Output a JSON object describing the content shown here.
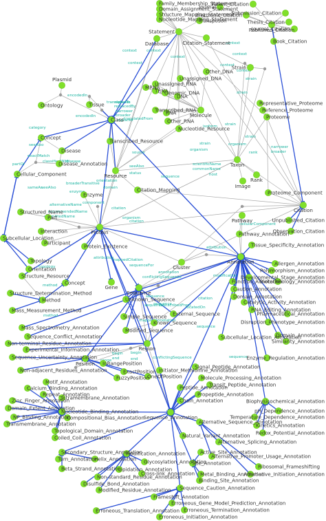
{
  "colors": {
    "node_fill": "#80e02a",
    "node_stroke": "#6cc81c",
    "small_node_fill": "#9a9a9a",
    "edge_gray": "#aaaaaa",
    "edge_blue": "#2a4fd6",
    "node_label": "#333333",
    "edge_label": "#19b3a0"
  },
  "nodes": [
    {
      "id": "family_membership_statement",
      "label": "Family_Membership_Statement",
      "kind": "big"
    },
    {
      "id": "domain_assignment_statement",
      "label": "Domain_Assignment_Statement",
      "kind": "big"
    },
    {
      "id": "structure_mapping_statement",
      "label": "Structure_Mapping_Statement",
      "kind": "big"
    },
    {
      "id": "nucleotide_mapping_statement",
      "label": "Nucleotide_Mapping_Statement",
      "kind": "big"
    },
    {
      "id": "transposon",
      "label": "Transposon",
      "kind": "big"
    },
    {
      "id": "statements",
      "label": "Statement",
      "kind": "big"
    },
    {
      "id": "database",
      "label": "Database",
      "kind": "big"
    },
    {
      "id": "citation_statement",
      "label": "Citation_Statement",
      "kind": "big"
    },
    {
      "id": "journal",
      "label": "Journal",
      "kind": "big"
    },
    {
      "id": "patent_citation",
      "label": "Patent_Citation",
      "kind": "big"
    },
    {
      "id": "electronic_citation",
      "label": "Electronic_Citation",
      "kind": "big"
    },
    {
      "id": "submission_citation",
      "label": "Submission_Citation",
      "kind": "big"
    },
    {
      "id": "thesis_citation",
      "label": "Thesis_Citation",
      "kind": "big"
    },
    {
      "id": "journal_citation",
      "label": "Journal_Citation",
      "kind": "big"
    },
    {
      "id": "published_citation",
      "label": "Published_Citation",
      "kind": "big"
    },
    {
      "id": "book_citation",
      "label": "Book_Citation",
      "kind": "big"
    },
    {
      "id": "plasmid",
      "label": "Plasmid",
      "kind": "big"
    },
    {
      "id": "other_dna",
      "label": "Other_DNA",
      "kind": "big"
    },
    {
      "id": "unassigned_dna",
      "label": "Unassigned_DNA",
      "kind": "big"
    },
    {
      "id": "unassigned_rna",
      "label": "Unassigned_RNA",
      "kind": "big"
    },
    {
      "id": "genomic_dna",
      "label": "Genomic_DNA",
      "kind": "big"
    },
    {
      "id": "mrna",
      "label": "MRNA",
      "kind": "big"
    },
    {
      "id": "trna",
      "label": "TRNA",
      "kind": "big"
    },
    {
      "id": "dna",
      "label": "DNA",
      "kind": "big"
    },
    {
      "id": "strain",
      "label": "Strain",
      "kind": "big"
    },
    {
      "id": "ontology",
      "label": "Ontology",
      "kind": "big"
    },
    {
      "id": "tissue",
      "label": "Tissue",
      "kind": "big"
    },
    {
      "id": "transcribed_rna",
      "label": "Transcribed_RNA",
      "kind": "big"
    },
    {
      "id": "rna",
      "label": "RNA",
      "kind": "big"
    },
    {
      "id": "molecule",
      "label": "Molecule",
      "kind": "big"
    },
    {
      "id": "other_rna",
      "label": "Other_RNA",
      "kind": "big"
    },
    {
      "id": "representative_proteome",
      "label": "Representative_Proteome",
      "kind": "big"
    },
    {
      "id": "reference_proteome",
      "label": "Reference_Proteome",
      "kind": "big"
    },
    {
      "id": "proteome",
      "label": "Proteome",
      "kind": "big"
    },
    {
      "id": "class",
      "label": "Class",
      "kind": "big"
    },
    {
      "id": "concept",
      "label": "Concept",
      "kind": "big"
    },
    {
      "id": "nucleotide_resource",
      "label": "Nucleotide_Resource",
      "kind": "big"
    },
    {
      "id": "transcribed_resource",
      "label": "Transcribed_Resource",
      "kind": "big"
    },
    {
      "id": "disease",
      "label": "Disease",
      "kind": "big"
    },
    {
      "id": "disease_annotation",
      "label": "Disease_Annotation",
      "kind": "big"
    },
    {
      "id": "resource",
      "label": "Resource",
      "kind": "big"
    },
    {
      "id": "taxon",
      "label": "Taxon",
      "kind": "big"
    },
    {
      "id": "cellular_component",
      "label": "Cellular_Component",
      "kind": "big"
    },
    {
      "id": "image",
      "label": "Image",
      "kind": "big"
    },
    {
      "id": "rank",
      "label": "Rank",
      "kind": "big"
    },
    {
      "id": "citation_mapping",
      "label": "Citation_Mapping",
      "kind": "big"
    },
    {
      "id": "proteome_component",
      "label": "Proteome_Component",
      "kind": "big"
    },
    {
      "id": "citation",
      "label": "Citation",
      "kind": "big"
    },
    {
      "id": "enzyme",
      "label": "Enzyme",
      "kind": "big"
    },
    {
      "id": "structured_name",
      "label": "Structured_Name",
      "kind": "big"
    },
    {
      "id": "part",
      "label": "Part",
      "kind": "big"
    },
    {
      "id": "pathway",
      "label": "Pathway",
      "kind": "big"
    },
    {
      "id": "unpublished_citation",
      "label": "Unpublished_Citation",
      "kind": "big"
    },
    {
      "id": "protein",
      "label": "Protein",
      "kind": "big"
    },
    {
      "id": "pathway_annotation",
      "label": "Pathway_Annotation",
      "kind": "big"
    },
    {
      "id": "observation_citation",
      "label": "Observation_Citation",
      "kind": "big"
    },
    {
      "id": "interaction",
      "label": "Interaction",
      "kind": "big"
    },
    {
      "id": "subcellular_location",
      "label": "Subcellular_Location",
      "kind": "big"
    },
    {
      "id": "participant",
      "label": "Participant",
      "kind": "big"
    },
    {
      "id": "protein_existence",
      "label": "Protein_Existence",
      "kind": "big"
    },
    {
      "id": "tissue_specificity_annotation",
      "label": "Tissue_Specificity_Annotation",
      "kind": "big"
    },
    {
      "id": "annotation",
      "label": "Annotation",
      "kind": "big"
    },
    {
      "id": "topology",
      "label": "Topology",
      "kind": "big"
    },
    {
      "id": "cluster",
      "label": "Cluster",
      "kind": "big"
    },
    {
      "id": "allergen_annotation",
      "label": "Allergen_Annotation",
      "kind": "big"
    },
    {
      "id": "orientation",
      "label": "Orientation",
      "kind": "big"
    },
    {
      "id": "polymorphism_annotation",
      "label": "Polymorphism_Annotation",
      "kind": "big"
    },
    {
      "id": "structure_resource",
      "label": "Structure_Resource",
      "kind": "big"
    },
    {
      "id": "developmental_stage_annotation",
      "label": "Developmental_Stage_Annotation",
      "kind": "big"
    },
    {
      "id": "biotechnology_annotation",
      "label": "Biotechnology_Annotation",
      "kind": "big"
    },
    {
      "id": "concept2",
      "label": "Concept",
      "kind": "big"
    },
    {
      "id": "function_annotation",
      "label": "Function_Annotation",
      "kind": "big"
    },
    {
      "id": "gene",
      "label": "Gene",
      "kind": "big"
    },
    {
      "id": "sequence",
      "label": "Sequence",
      "kind": "big"
    },
    {
      "id": "caution_annotation",
      "label": "Caution_Annotation",
      "kind": "big"
    },
    {
      "id": "domain_annotation",
      "label": "Domain_Annotation",
      "kind": "big"
    },
    {
      "id": "catalytic_activity_annotation",
      "label": "Catalytic_Activity_Annotation",
      "kind": "big"
    },
    {
      "id": "structure_determination_method",
      "label": "Structure_Determination_Method",
      "kind": "big"
    },
    {
      "id": "method",
      "label": "Method",
      "kind": "big"
    },
    {
      "id": "unknown_sequence",
      "label": "Unknown_Sequence",
      "kind": "big"
    },
    {
      "id": "mass_measurement_method",
      "label": "Mass_Measurement_Method",
      "kind": "big"
    },
    {
      "id": "rna_editing_annotation",
      "label": "RNA_Editing_Annotation",
      "kind": "big"
    },
    {
      "id": "pharmaceutical_annotation",
      "label": "Pharmaceutical_Annotation",
      "kind": "big"
    },
    {
      "id": "simple_sequence",
      "label": "Simple_Sequence",
      "kind": "big"
    },
    {
      "id": "external_sequence",
      "label": "External_Sequence",
      "kind": "big"
    },
    {
      "id": "known_sequence",
      "label": "Known_Sequence",
      "kind": "big"
    },
    {
      "id": "mass_spectrometry_annotation",
      "label": "Mass_Spectrometry_Annotation",
      "kind": "big"
    },
    {
      "id": "disruption_phenotype_annotation",
      "label": "Disruption_Phenotype_Annotation",
      "kind": "big"
    },
    {
      "id": "modified_sequence",
      "label": "Modified_Sequence",
      "kind": "big"
    },
    {
      "id": "sequence_conflict_annotation",
      "label": "Sequence_Conflict_Annotation",
      "kind": "big"
    },
    {
      "id": "subcellular_location_annotation",
      "label": "Subcellular_Location_Annotation",
      "kind": "big"
    },
    {
      "id": "domain_annotation2",
      "label": "Domain_Annotation",
      "kind": "big"
    },
    {
      "id": "similarity_annotation",
      "label": "Similarity_Annotation",
      "kind": "big"
    },
    {
      "id": "nonterminal_residue_annotation",
      "label": "Non-terminal_Residue_Annotation",
      "kind": "big"
    },
    {
      "id": "experimental_information_annotation",
      "label": "Experimental_Information_Annotation",
      "kind": "big"
    },
    {
      "id": "region",
      "label": "Region",
      "kind": "big"
    },
    {
      "id": "sequence_uncertainty_annotation",
      "label": "Sequence_Uncertainty_Annotation",
      "kind": "big"
    },
    {
      "id": "position",
      "label": "Position",
      "kind": "big"
    },
    {
      "id": "inrange_position",
      "label": "InRangePosition",
      "kind": "big"
    },
    {
      "id": "enzyme_regulation_annotation",
      "label": "Enzyme_Regulation_Annotation",
      "kind": "big"
    },
    {
      "id": "nonadjacent_residues_annotation",
      "label": "Non-adjacent_Residues_Annotation",
      "kind": "big"
    },
    {
      "id": "signal_peptide_annotation",
      "label": "Signal_Peptide_Annotation",
      "kind": "big"
    },
    {
      "id": "initiator_methionine_annotation",
      "label": "Initiator_Methionine_Annotation",
      "kind": "big"
    },
    {
      "id": "exact_position",
      "label": "ExactPosition",
      "kind": "big"
    },
    {
      "id": "fuzzy_position",
      "label": "FuzzyPosition",
      "kind": "big"
    },
    {
      "id": "oneof_position",
      "label": "OneOfPosition",
      "kind": "big"
    },
    {
      "id": "molecule_processing_annotation",
      "label": "Molecule_Processing_Annotation",
      "kind": "big"
    },
    {
      "id": "transit_peptide_annotation",
      "label": "Transit_Peptide_Annotation",
      "kind": "big"
    },
    {
      "id": "peptide_annotation",
      "label": "Peptide_Annotation",
      "kind": "big"
    },
    {
      "id": "motif_annotation",
      "label": "Motif_Annotation",
      "kind": "big"
    },
    {
      "id": "propeptide_annotation",
      "label": "Propeptide_Annotation",
      "kind": "big"
    },
    {
      "id": "calcium_binding_annotation",
      "label": "Calcium_Binding_Annotation",
      "kind": "big"
    },
    {
      "id": "chain_annotation",
      "label": "Chain_Annotation",
      "kind": "big"
    },
    {
      "id": "repeat_annotation",
      "label": "Repeat_Annotation",
      "kind": "big"
    },
    {
      "id": "zinc_finger_annotation",
      "label": "Zinc_Finger_Annotation",
      "kind": "big"
    },
    {
      "id": "intramembrane_annotation",
      "label": "Intramembrane_Annotation",
      "kind": "big"
    },
    {
      "id": "domain_extent_annotation",
      "label": "Domain_Extent_Annotation",
      "kind": "big"
    },
    {
      "id": "nucleotide_binding_annotation",
      "label": "Nucleotide_Binding_Annotation",
      "kind": "big"
    },
    {
      "id": "np_binding_annotation",
      "label": "NP_Binding_Annotation",
      "kind": "big"
    },
    {
      "id": "compositional_bias_annotation",
      "label": "Compositional_Bias_Annotation",
      "kind": "big"
    },
    {
      "id": "transmembrane_annotation",
      "label": "Transmembrane_Annotation",
      "kind": "big"
    },
    {
      "id": "topological_domain_annotation",
      "label": "Topological_Domain_Annotation",
      "kind": "big"
    },
    {
      "id": "coiled_coil_annotation",
      "label": "Coiled_Coil_Annotation",
      "kind": "big"
    },
    {
      "id": "sequence_annotation",
      "label": "Sequence_Annotation",
      "kind": "big"
    },
    {
      "id": "biophysicochemical_annotation",
      "label": "Biophysicochemical_Annotation",
      "kind": "big"
    },
    {
      "id": "alternative_sequence_annotation",
      "label": "Alternative_Sequence_Annotation",
      "kind": "big"
    },
    {
      "id": "temperature_dependence_annotation",
      "label": "Temperature_Dependence_Annotation",
      "kind": "big"
    },
    {
      "id": "ph_dependence_annotation",
      "label": "pH_Dependence_Annotation",
      "kind": "big"
    },
    {
      "id": "kinetics_annotation",
      "label": "Kinetics_Annotation",
      "kind": "big"
    },
    {
      "id": "natural_variant_annotation",
      "label": "Natural_Variant_Annotation",
      "kind": "big"
    },
    {
      "id": "redox_potential_annotation",
      "label": "Redox_Potential_Annotation",
      "kind": "big"
    },
    {
      "id": "alternative_splicing_annotation",
      "label": "Alternative_Splicing_Annotation",
      "kind": "big"
    },
    {
      "id": "secondary_structure_annotation",
      "label": "Secondary_Structure_Annotation",
      "kind": "big"
    },
    {
      "id": "active_site_annotation",
      "label": "Active_Site_Annotation",
      "kind": "big"
    },
    {
      "id": "alternative_promoter_usage_annotation",
      "label": "Alternative_Promoter_Usage_Annotation",
      "kind": "big"
    },
    {
      "id": "turn_annotation",
      "label": "Turn_Annotation",
      "kind": "big"
    },
    {
      "id": "helix_annotation",
      "label": "Helix_Annotation",
      "kind": "big"
    },
    {
      "id": "modification_annotation",
      "label": "Modification_Annotation",
      "kind": "big"
    },
    {
      "id": "ribosomal_frameshifting",
      "label": "Ribosomal_Frameshifting",
      "kind": "big"
    },
    {
      "id": "site_annotation",
      "label": "Site_Annotation",
      "kind": "big"
    },
    {
      "id": "beta_strand_annotation",
      "label": "Beta_Strand_Annotation",
      "kind": "big"
    },
    {
      "id": "glycosylation_annotation",
      "label": "Glycosylation_Annotation",
      "kind": "big"
    },
    {
      "id": "alternative_initiation_annotation",
      "label": "Alternative_Initiation_Annotation",
      "kind": "big"
    },
    {
      "id": "lipidation_annotation",
      "label": "Lipidation_Annotation",
      "kind": "big"
    },
    {
      "id": "metal_binding_annotation",
      "label": "Metal_Binding_Annotation",
      "kind": "big"
    },
    {
      "id": "crosslink_annotation",
      "label": "Cross-link_Annotation",
      "kind": "big"
    },
    {
      "id": "nonstandard_residue_annotation",
      "label": "Non-standard_Residue_Annotation",
      "kind": "big"
    },
    {
      "id": "binding_site_annotation",
      "label": "Binding_Site_Annotation",
      "kind": "big"
    },
    {
      "id": "disulfide_bond_annotation",
      "label": "Disulfide_Bond_Annotation",
      "kind": "big"
    },
    {
      "id": "modified_residue_annotation",
      "label": "Modified_Residue_Annotation",
      "kind": "big"
    },
    {
      "id": "sequence_caution_annotation",
      "label": "Sequence_Caution_Annotation",
      "kind": "big"
    },
    {
      "id": "frameshift_annotation",
      "label": "Frameshift_Annotation",
      "kind": "big"
    },
    {
      "id": "erroneous_gene_model_prediction_annotation",
      "label": "Erroneous_Gene_Model_Prediction_Annotation",
      "kind": "big"
    },
    {
      "id": "erroneous_termination_annotation",
      "label": "Erroneous_Termination_Annotation",
      "kind": "big"
    },
    {
      "id": "erroneous_translation_annotation",
      "label": "Erroneous_Translation_Annotation",
      "kind": "big"
    },
    {
      "id": "erroneous_initiation_annotation",
      "label": "Erroneous_Initiation_Annotation",
      "kind": "big"
    }
  ],
  "small_nodes": [
    {
      "id": "s_onto"
    },
    {
      "id": "s_tissue"
    },
    {
      "id": "s_cls"
    },
    {
      "id": "s_str1"
    },
    {
      "id": "s_str2"
    },
    {
      "id": "s_prot"
    },
    {
      "id": "s_cite1"
    },
    {
      "id": "s_part"
    },
    {
      "id": "s_cite2"
    },
    {
      "id": "s_ann1"
    },
    {
      "id": "s_seq1"
    },
    {
      "id": "s_reg"
    },
    {
      "id": "s_pos"
    },
    {
      "id": "s_prot2"
    }
  ],
  "edge_labels": [
    "context",
    "context",
    "context",
    "context",
    "context",
    "context",
    "context",
    "context",
    "encodedIn",
    "encodedIn",
    "replaces",
    "replacedBy",
    "narrower",
    "broader",
    "replaces",
    "translatedFrom",
    "category",
    "seeAlso",
    "exactMatch",
    "classifiedWith",
    "disease",
    "partOf",
    "broaderTransitive",
    "orientation",
    "seeAlso",
    "source",
    "seeAlso",
    "status",
    "sequence",
    "scientificName",
    "commonName",
    "host",
    "strain",
    "strain",
    "strain",
    "strain",
    "strain",
    "organism",
    "organism",
    "rank",
    "narrower",
    "broader",
    "sameAs",
    "enzyme",
    "alternativeName",
    "recommendedName",
    "submittedName",
    "component",
    "domain",
    "citation",
    "organism",
    "citation",
    "sequenceFor",
    "attribution",
    "annotation",
    "method",
    "method",
    "begin",
    "end",
    "begin",
    "end",
    "conflictingSequence",
    "sequence",
    "sequence",
    "range",
    "locatedOn",
    "mappedCitation",
    "citation",
    "attribution",
    "cellularComponent",
    "topology",
    "conflictingSequence",
    "sequence",
    "sequence",
    "sequence",
    "mappedAnnotation",
    "modification",
    "transcribedFrom",
    "translatedTo",
    "isoform"
  ]
}
